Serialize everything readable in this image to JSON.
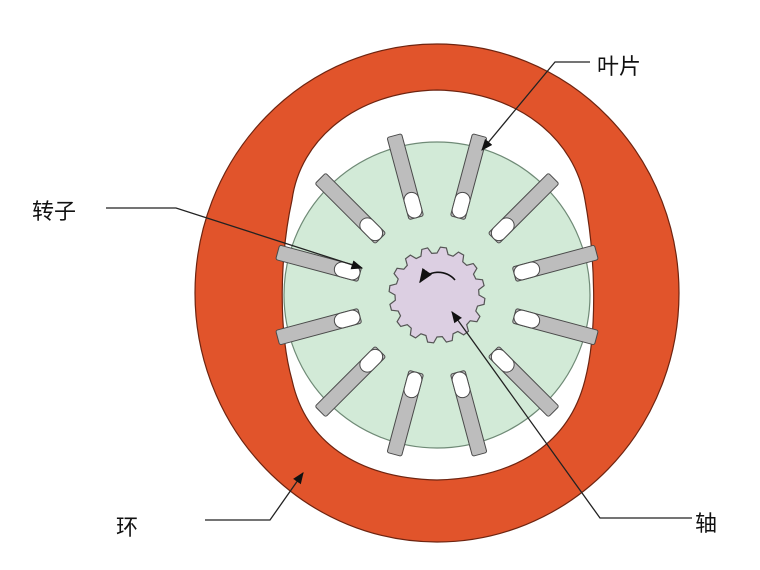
{
  "labels": {
    "vane": "叶片",
    "rotor": "转子",
    "ring": "环",
    "shaft": "轴"
  },
  "colors": {
    "ring": "#E1542B",
    "ring_outline": "#6E2410",
    "rotor": "#D2EAD7",
    "rotor_outline": "#6F8A76",
    "vane": "#BDBDBD",
    "vane_outline": "#4A4A4A",
    "vane_slot": "#FFFFFF",
    "shaft": "#DCCFE2",
    "shaft_outline": "#555555",
    "leader_line": "#222222"
  },
  "vane_count": 12
}
